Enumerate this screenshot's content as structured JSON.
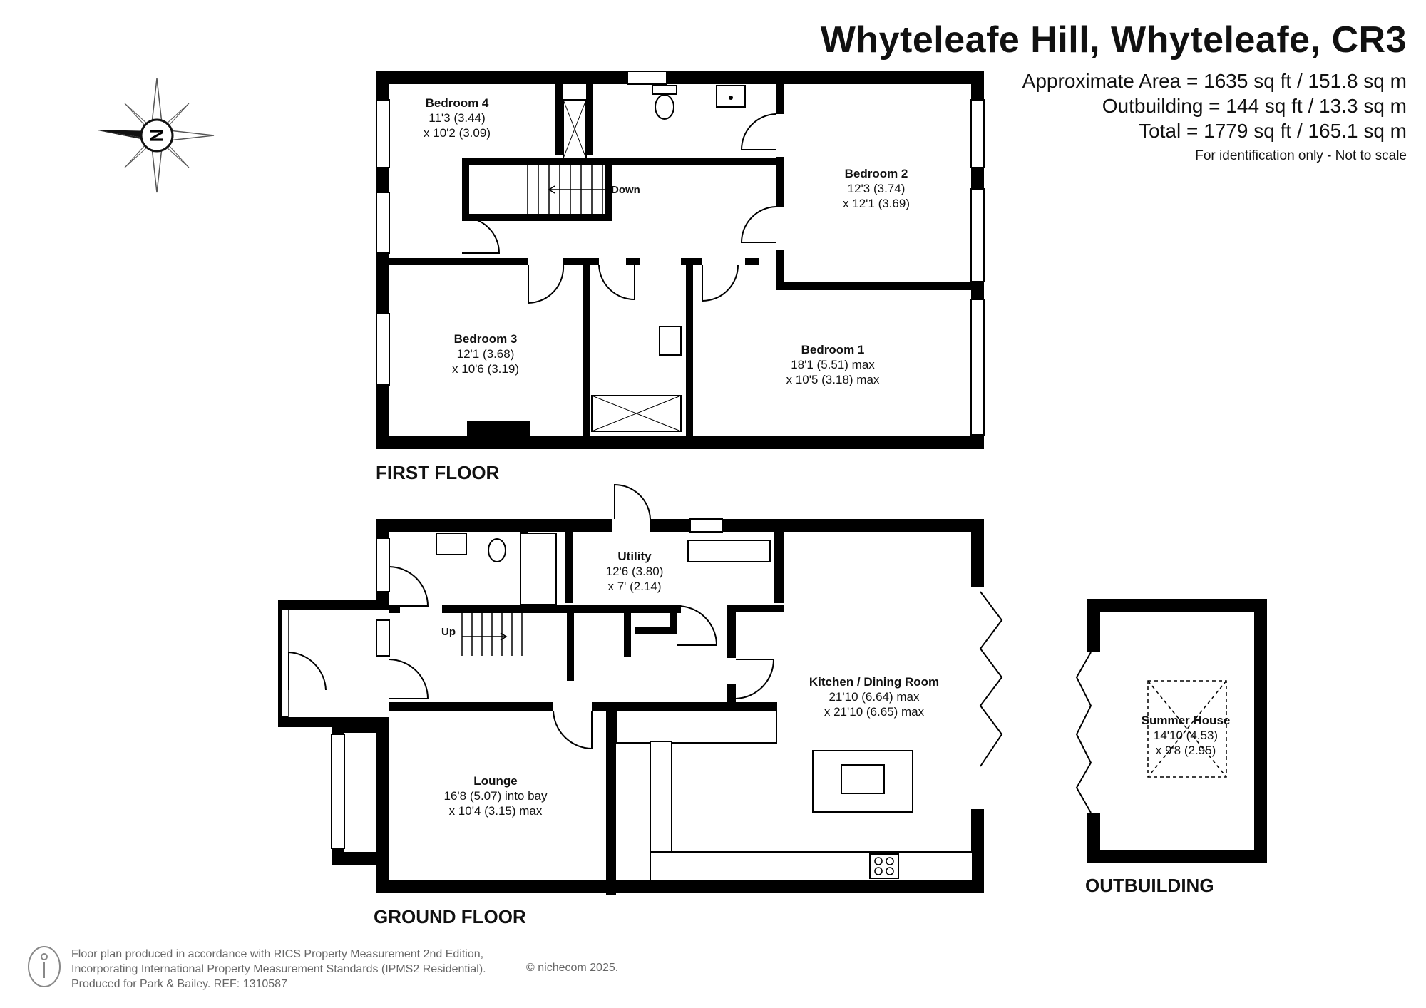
{
  "header": {
    "title": "Whyteleafe Hill, Whyteleafe, CR3",
    "area_lines": [
      "Approximate Area = 1635 sq ft / 151.8 sq m",
      "Outbuilding = 144 sq ft / 13.3 sq m",
      "Total = 1779 sq ft / 165.1 sq m"
    ],
    "note": "For identification only - Not to scale"
  },
  "compass": {
    "letter": "N"
  },
  "floors": {
    "first": {
      "label": "FIRST FLOOR",
      "rooms": [
        {
          "name": "Bedroom 4",
          "dims": [
            "11'3 (3.44)",
            "x 10'2 (3.09)"
          ]
        },
        {
          "name": "Bedroom 2",
          "dims": [
            "12'3 (3.74)",
            "x 12'1 (3.69)"
          ]
        },
        {
          "name": "Bedroom 3",
          "dims": [
            "12'1 (3.68)",
            "x 10'6 (3.19)"
          ]
        },
        {
          "name": "Bedroom 1",
          "dims": [
            "18'1 (5.51) max",
            "x 10'5 (3.18) max"
          ]
        }
      ],
      "stairs_label": "Down"
    },
    "ground": {
      "label": "GROUND FLOOR",
      "rooms": [
        {
          "name": "Utility",
          "dims": [
            "12'6 (3.80)",
            "x 7' (2.14)"
          ]
        },
        {
          "name": "Kitchen / Dining Room",
          "dims": [
            "21'10 (6.64) max",
            "x 21'10 (6.65) max"
          ]
        },
        {
          "name": "Lounge",
          "dims": [
            "16'8 (5.07) into bay",
            "x 10'4 (3.15) max"
          ]
        }
      ],
      "stairs_label": "Up"
    },
    "outbuilding": {
      "label": "OUTBUILDING",
      "rooms": [
        {
          "name": "Summer House",
          "dims": [
            "14'10 (4.53)",
            "x 9'8 (2.95)"
          ]
        }
      ]
    }
  },
  "footer": {
    "lines": [
      "Floor plan produced in accordance with RICS Property Measurement 2nd Edition,",
      "Incorporating International Property Measurement Standards (IPMS2 Residential).",
      "Produced for Park & Bailey.   REF:  1310587"
    ],
    "credit": "© nichecom 2025."
  }
}
